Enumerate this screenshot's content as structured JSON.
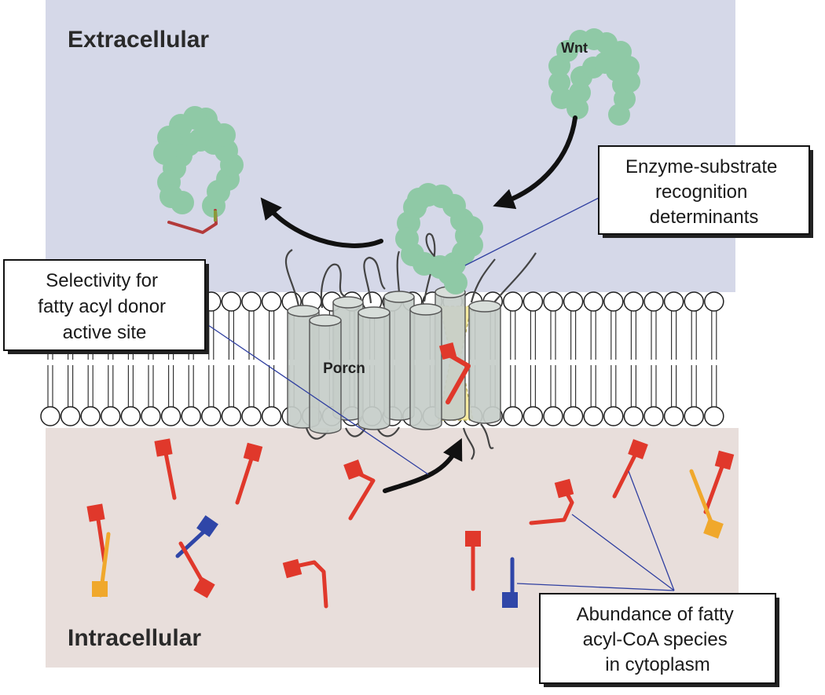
{
  "labels": {
    "extracellular": "Extracellular",
    "intracellular": "Intracellular",
    "wnt": "Wnt",
    "porcn": "Porcn"
  },
  "callouts": {
    "enzyme_substrate": [
      "Enzyme-substrate",
      "recognition",
      "determinants"
    ],
    "selectivity": [
      "Selectivity for",
      "fatty acyl donor",
      "active site"
    ],
    "abundance": [
      "Abundance of fatty",
      "acyl-CoA species",
      "in cytoplasm"
    ]
  },
  "colors": {
    "extracellular_bg": "#d5d8e8",
    "intracellular_bg": "#e8dedb",
    "protein_green": "#8fc9a6",
    "acyl_red": "#e0382b",
    "acyl_blue": "#2f46a8",
    "acyl_orange": "#f0a82c",
    "channel_yellow": "#f5eaa0",
    "cylinder_gray": "#c5cdc9",
    "leader_blue": "#2f3fa0"
  }
}
